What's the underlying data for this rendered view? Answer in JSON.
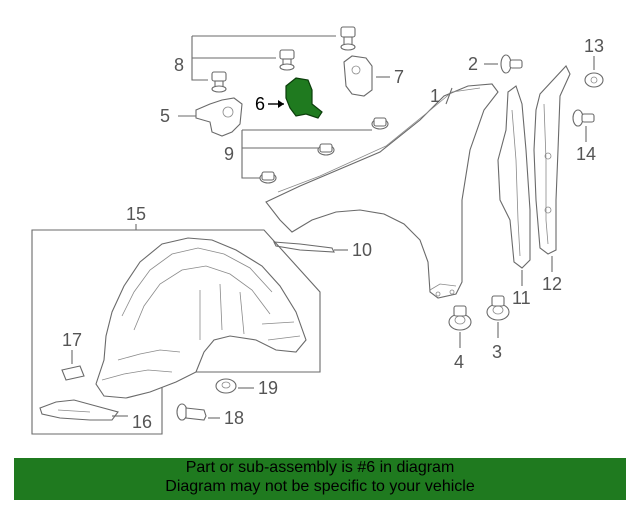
{
  "diagram": {
    "callouts": {
      "c1": "1",
      "c2": "2",
      "c3": "3",
      "c4": "4",
      "c5": "5",
      "c6": "6",
      "c7": "7",
      "c8": "8",
      "c9": "9",
      "c10": "10",
      "c11": "11",
      "c12": "12",
      "c13": "13",
      "c14": "14",
      "c15": "15",
      "c16": "16",
      "c17": "17",
      "c18": "18",
      "c19": "19"
    },
    "highlight_part": "6",
    "colors": {
      "highlight": "#1f7a1f",
      "line": "#6a6a6a",
      "banner": "#1f7a1f"
    }
  },
  "banner": {
    "line1": "Part or sub-assembly is #6 in diagram",
    "line2": "Diagram may not be specific to your vehicle"
  }
}
